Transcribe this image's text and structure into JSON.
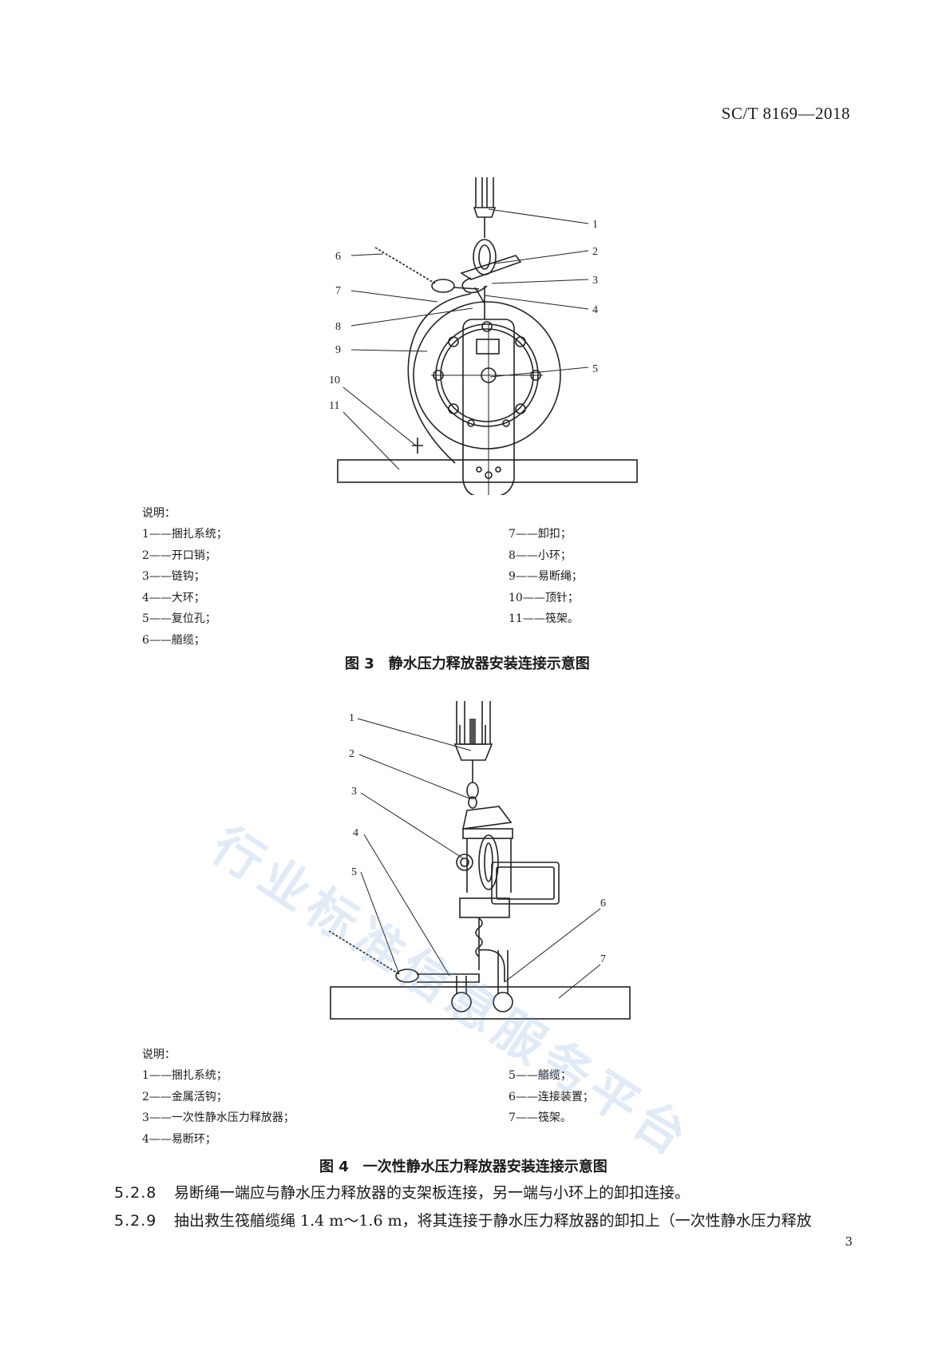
{
  "header": {
    "doc_code": "SC/T 8169—2018"
  },
  "figure3": {
    "callouts": [
      "1",
      "2",
      "3",
      "4",
      "5",
      "6",
      "7",
      "8",
      "9",
      "10",
      "11"
    ],
    "legend_title": "说明：",
    "legend_left": [
      "1——捆扎系统；",
      "2——开口销；",
      "3——链钩；",
      "4——大环；",
      "5——复位孔；",
      "6——艏缆；"
    ],
    "legend_right": [
      "7——卸扣；",
      "8——小环；",
      "9——易断绳；",
      "10——顶针；",
      "11——筏架。"
    ],
    "caption": "图 3　静水压力释放器安装连接示意图"
  },
  "figure4": {
    "callouts": [
      "1",
      "2",
      "3",
      "4",
      "5",
      "6",
      "7"
    ],
    "legend_title": "说明：",
    "legend_left": [
      "1——捆扎系统；",
      "2——金属活钩；",
      "3——一次性静水压力释放器；",
      "4——易断环；"
    ],
    "legend_right": [
      "5——艏缆；",
      "6——连接装置；",
      "7——筏架。"
    ],
    "caption": "图 4　一次性静水压力释放器安装连接示意图"
  },
  "clauses": [
    {
      "num": "5.2.8",
      "text": "易断绳一端应与静水压力释放器的支架板连接，另一端与小环上的卸扣连接。"
    },
    {
      "num": "5.2.9",
      "text": "抽出救生筏艏缆绳 1.4 m～1.6 m，将其连接于静水压力释放器的卸扣上（一次性静水压力释放"
    }
  ],
  "page_number": "3",
  "watermark": "行业标准信息服务平台"
}
